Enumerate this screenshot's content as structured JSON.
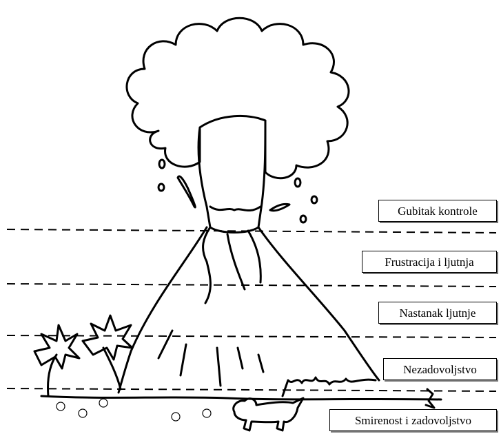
{
  "stages": [
    {
      "label": "Gubitak kontrole"
    },
    {
      "label": "Frustracija i ljutnja"
    },
    {
      "label": "Nastanak ljutnje"
    },
    {
      "label": "Nezadovoljstvo"
    },
    {
      "label": "Smirenost i zadovoljstvo"
    }
  ]
}
